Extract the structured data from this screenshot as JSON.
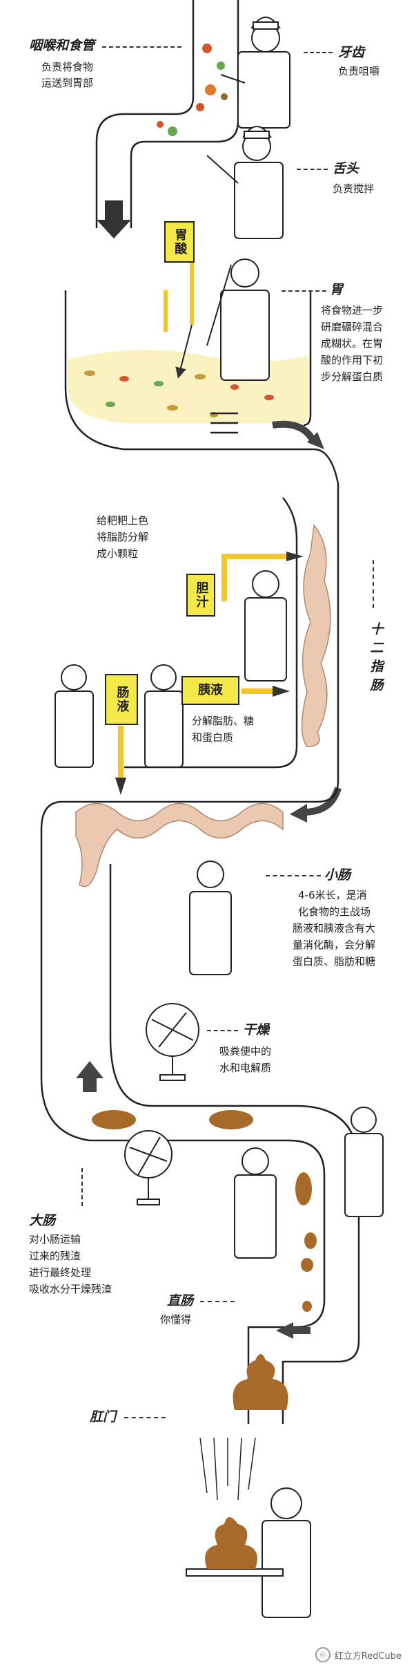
{
  "labels": {
    "throat": {
      "title": "咽喉和食管",
      "lines": [
        "负责将食物",
        "运送到胃部"
      ]
    },
    "teeth": {
      "title": "牙齿",
      "lines": [
        "负责咀嚼"
      ]
    },
    "tongue": {
      "title": "舌头",
      "lines": [
        "负责搅拌"
      ]
    },
    "stomach": {
      "title": "胃",
      "lines": [
        "将食物进一步",
        "研磨碾碎混合",
        "成糊状。在胃",
        "酸的作用下初",
        "步分解蛋白质"
      ]
    },
    "bile_desc": {
      "lines": [
        "给粑粑上色",
        "将脂肪分解",
        "成小颗粒"
      ]
    },
    "duodenum": {
      "title": "十二指肠"
    },
    "pancreas_desc": {
      "lines": [
        "分解脂肪、糖",
        "和蛋白质"
      ]
    },
    "small_intestine": {
      "title": "小肠",
      "lines": [
        "4-6米长，是消",
        "化食物的主战场",
        "肠液和胰液含有大",
        "量消化酶，会分解",
        "蛋白质、脂肪和糖"
      ]
    },
    "dry": {
      "title": "干燥",
      "lines": [
        "吸粪便中的",
        "水和电解质"
      ]
    },
    "large_intestine": {
      "title": "大肠",
      "lines": [
        "对小肠运输",
        "过来的残渣",
        "进行最终处理",
        "吸收水分干燥残渣"
      ]
    },
    "rectum": {
      "title": "直肠",
      "lines": [
        "你懂得"
      ]
    },
    "anus": {
      "title": "肛门"
    }
  },
  "boxes": {
    "gastric_acid": "胃酸",
    "bile": "胆汁",
    "intestinal_juice": "肠液",
    "pancreatic_juice": "胰液"
  },
  "watermark": "红立方RedCube",
  "colors": {
    "juice_box": "#f5e84a",
    "intestine": "#ebc9b1",
    "acid": "#f6e27a",
    "feces": "#a86a2a",
    "line": "#222222"
  }
}
